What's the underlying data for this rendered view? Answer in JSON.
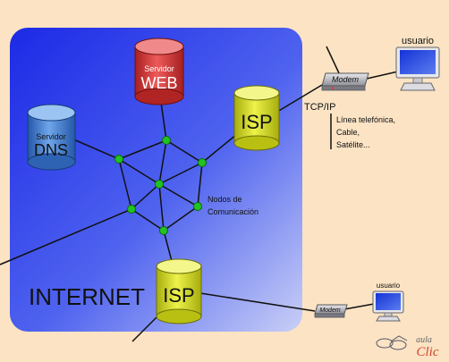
{
  "diagram": {
    "servers": {
      "web": {
        "top_label": "Servidor",
        "main_label": "WEB"
      },
      "dns": {
        "top_label": "Servidor",
        "main_label": "DNS"
      },
      "isp_top": {
        "label": "ISP"
      },
      "isp_bottom": {
        "label": "ISP"
      }
    },
    "nodes_caption": {
      "line1": "Nodos de",
      "line2": "Comunicación"
    },
    "internet_label": "INTERNET",
    "tcpip_label": "TCP/IP",
    "modem_label": "Modem",
    "user_label": "usuario",
    "connection_types": [
      "Línea telefónica,",
      "Cable,",
      "Satélite..."
    ],
    "brand": {
      "line1": "aula",
      "line2": "Clic"
    },
    "colors": {
      "background": "#fbe3c4",
      "internet_cloud": "#1f2fe8",
      "web_server": "#e23b3b",
      "dns_server": "#3d7fd6",
      "isp": "#d6e21c",
      "node": "#22c222",
      "monitor_screen": "#1e3fd9"
    }
  }
}
